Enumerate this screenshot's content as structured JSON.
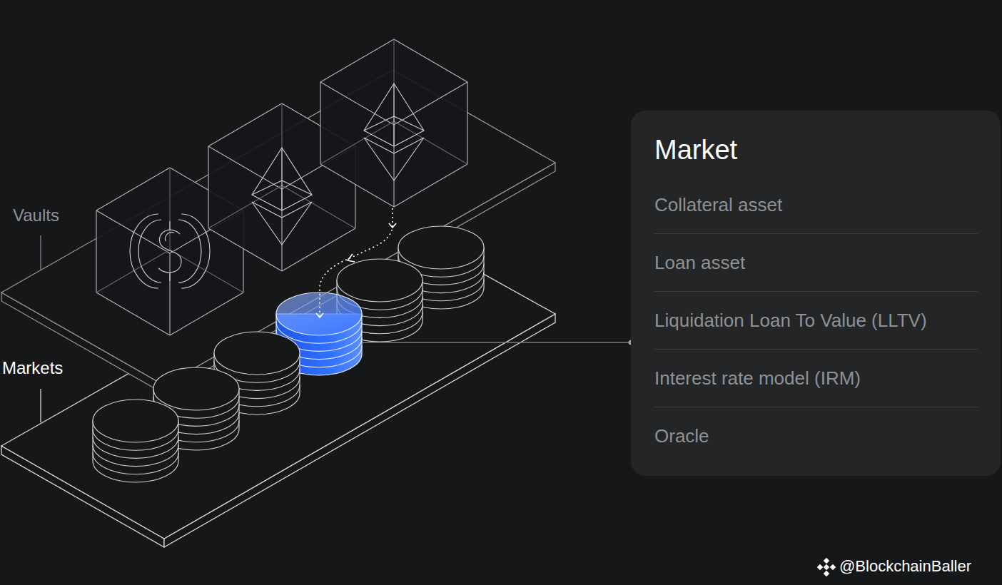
{
  "diagram": {
    "nodes": [
      {
        "text": [
          "Market",
          "Collateral asset",
          "Loan asset",
          "Liquidation Loan To Value (LLTV)",
          "Interest rate model (IRM)",
          "Oracle"
        ]
      }
    ],
    "labels": [
      "Vaults",
      "Markets",
      "@BlockchainBaller"
    ]
  }
}
